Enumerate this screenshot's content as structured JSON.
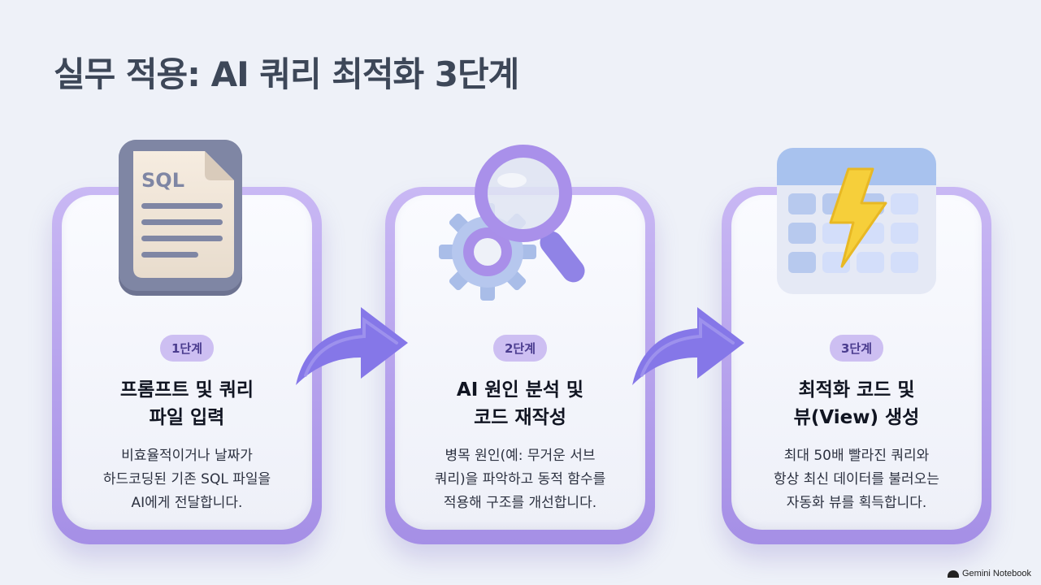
{
  "title": "실무 적용: AI 쿼리 최적화 3단계",
  "steps": [
    {
      "badge": "1단계",
      "heading": "프롬프트 및 쿼리\n파일 입력",
      "description": "비효율적이거나 날짜가\n하드코딩된 기존 SQL 파일을\nAI에게 전달합니다.",
      "icon": "sql-document-icon",
      "icon_text": "SQL"
    },
    {
      "badge": "2단계",
      "heading": "AI 원인 분석 및\n코드 재작성",
      "description": "병목 원인(예: 무거운 서브\n쿼리)을 파악하고 동적 함수를\n적용해 구조를 개선합니다.",
      "icon": "magnifier-gear-icon"
    },
    {
      "badge": "3단계",
      "heading": "최적화 코드 및\n뷰(View) 생성",
      "description": "최대 50배 빨라진 쿼리와\n항상 최신 데이터를 불러오는\n자동화 뷰를 획득합니다.",
      "icon": "lightning-table-icon"
    }
  ],
  "watermark": "Gemini Notebook",
  "colors": {
    "background": "#eef1f8",
    "card_frame": "#b7a3ec",
    "badge_bg": "#cdbff2",
    "arrow": "#8577e8",
    "title": "#3d4758"
  }
}
